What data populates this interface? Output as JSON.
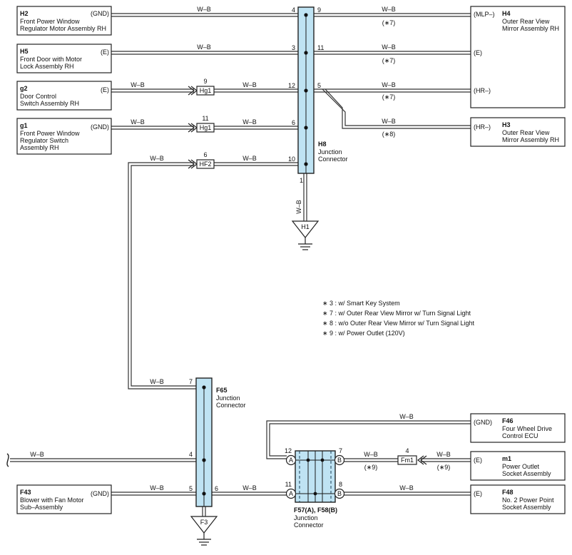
{
  "components": {
    "H2": {
      "code": "H2",
      "lines": [
        "Front Power Window",
        "Regulator Motor Assembly RH"
      ],
      "pin": "(GND)"
    },
    "H5": {
      "code": "H5",
      "lines": [
        "Front Door with Motor",
        "Lock Assembly RH"
      ],
      "pin": "(E)"
    },
    "g2": {
      "code": "g2",
      "lines": [
        "Door Control",
        "Switch Assembly RH"
      ],
      "pin": "(E)"
    },
    "g1": {
      "code": "g1",
      "lines": [
        "Front Power Window",
        "Regulator Switch",
        "Assembly RH"
      ],
      "pin": "(GND)"
    },
    "H4": {
      "code": "H4",
      "lines": [
        "Outer Rear View",
        "Mirror Assembly RH"
      ],
      "pins": [
        "(MLP–)",
        "(E)",
        "(HR–)"
      ]
    },
    "H3": {
      "code": "H3",
      "lines": [
        "Outer Rear View",
        "Mirror Assembly RH"
      ],
      "pin": "(HR–)"
    },
    "F43": {
      "code": "F43",
      "lines": [
        "Blower with Fan Motor",
        "Sub–Assembly"
      ],
      "pin": "(GND)"
    },
    "F46": {
      "code": "F46",
      "lines": [
        "Four Wheel Drive",
        "Control ECU"
      ],
      "pin": "(GND)"
    },
    "m1": {
      "code": "m1",
      "lines": [
        "Power Outlet",
        "Socket Assembly"
      ],
      "pin": "(E)"
    },
    "F48": {
      "code": "F48",
      "lines": [
        "No. 2 Power Point",
        "Socket Assembly"
      ],
      "pin": "(E)"
    }
  },
  "junctions": {
    "H8": {
      "code": "H8",
      "lines": [
        "Junction",
        "Connector"
      ],
      "pins": [
        "4",
        "3",
        "12",
        "6",
        "10",
        "9",
        "11",
        "5",
        "1"
      ]
    },
    "F65": {
      "code": "F65",
      "lines": [
        "Junction",
        "Connector"
      ],
      "pins": [
        "7",
        "4",
        "5",
        "6"
      ]
    },
    "F57": {
      "code": "F57(A), F58(B)",
      "lines": [
        "Junction",
        "Connector"
      ],
      "pins": [
        "12",
        "11",
        "7",
        "8"
      ],
      "sides": [
        "A",
        "B"
      ]
    }
  },
  "inline_connectors": {
    "hg1a": {
      "name": "Hg1",
      "pin": "9"
    },
    "hg1b": {
      "name": "Hg1",
      "pin": "11"
    },
    "hf2": {
      "name": "HF2",
      "pin": "6"
    },
    "fm1": {
      "name": "Fm1",
      "pin": "4"
    }
  },
  "grounds": {
    "H1": "H1",
    "F3": "F3"
  },
  "wire_color": "W–B",
  "wire_notes": {
    "n7": "(∗7)",
    "n8": "(∗8)",
    "n9": "(∗9)"
  },
  "legend": [
    "∗ 3 : w/ Smart Key System",
    "∗ 7 : w/ Outer Rear View Mirror w/ Turn Signal Light",
    "∗ 8 : w/o Outer Rear View Mirror w/ Turn Signal Light",
    "∗ 9 : w/ Power Outlet (120V)"
  ],
  "colors": {
    "junction_fill": "#bfe3f3",
    "line": "#333333"
  }
}
